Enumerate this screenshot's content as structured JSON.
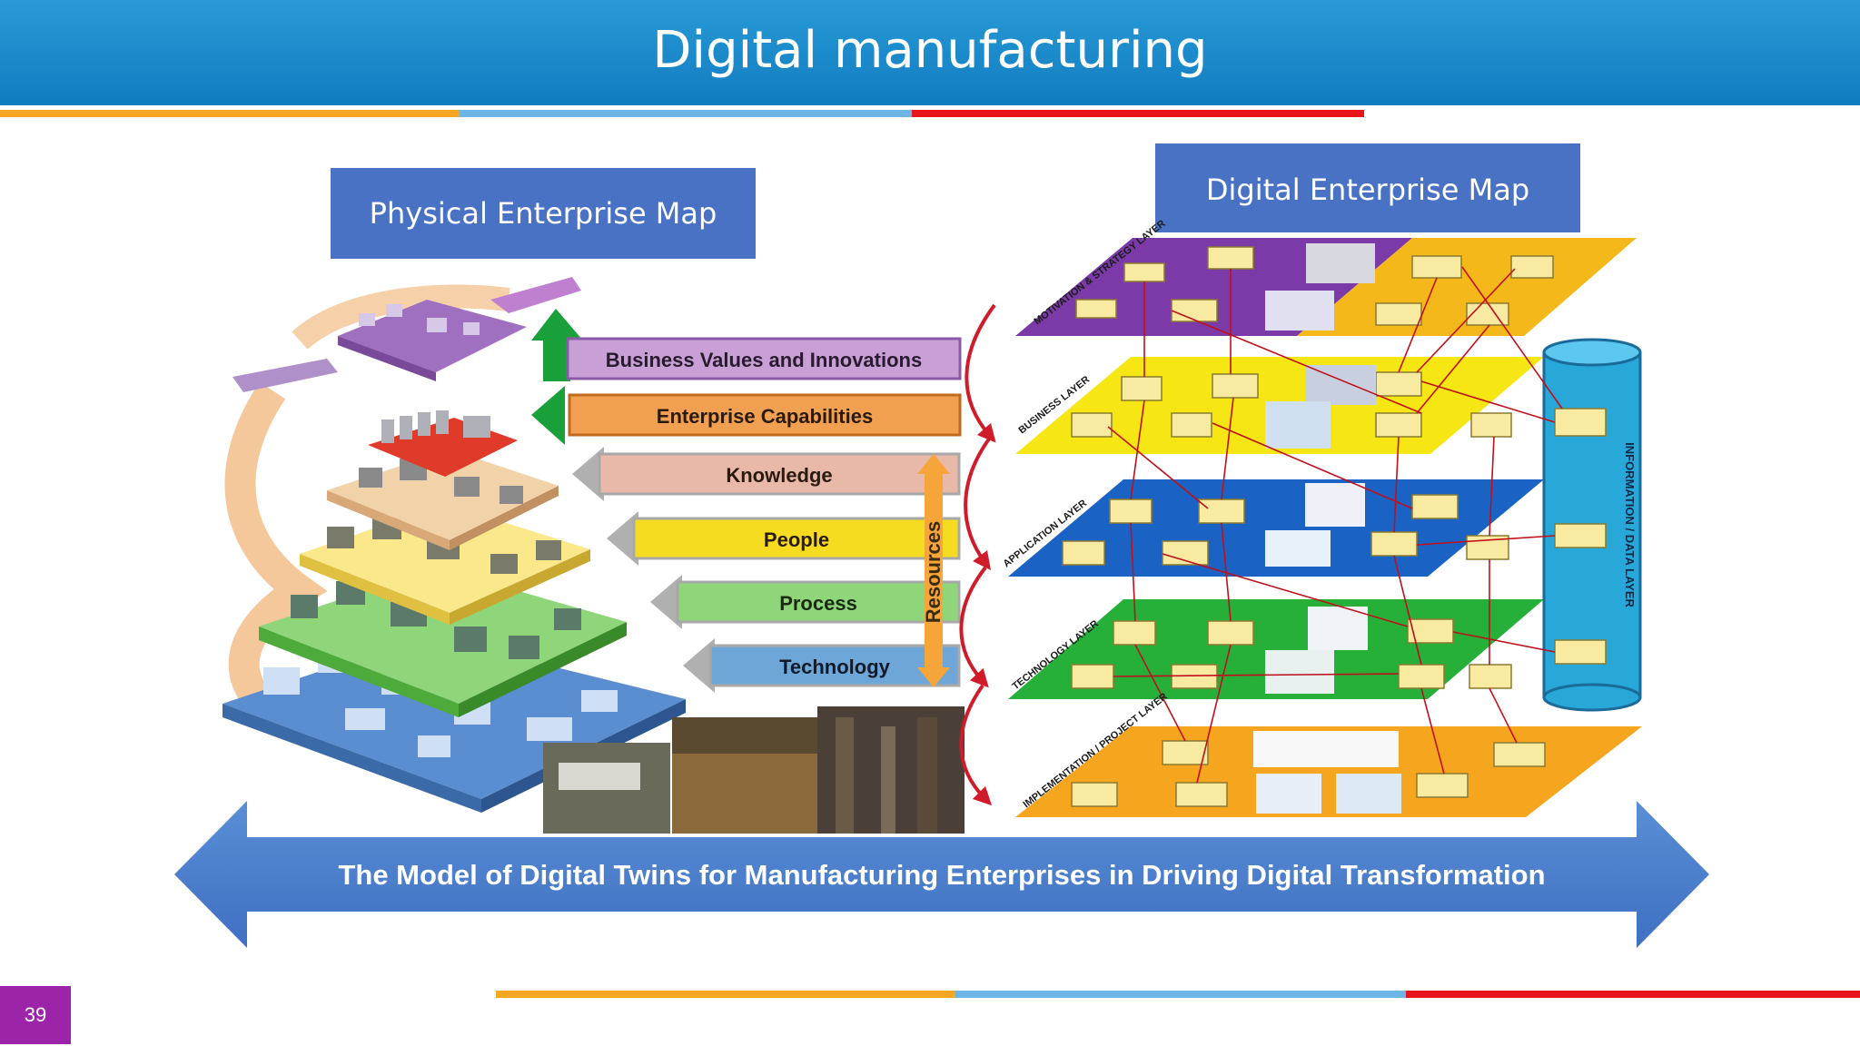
{
  "header": {
    "title": "Digital manufacturing",
    "colors": {
      "bar": "#1a8ccc",
      "orange": "#f5a623",
      "lightblue": "#6cb5e4",
      "red": "#e8141c"
    }
  },
  "page_number": "39",
  "diagram": {
    "physical_map_title": "Physical Enterprise Map",
    "digital_map_title": "Digital Enterprise Map",
    "arrows": [
      {
        "label": "Business Values and Innovations",
        "color": "#c9a0d6"
      },
      {
        "label": "Enterprise Capabilities",
        "color": "#f0a050"
      },
      {
        "label": "Knowledge",
        "color": "#e8b8a8"
      },
      {
        "label": "People",
        "color": "#f5dc20"
      },
      {
        "label": "Process",
        "color": "#8fd67a"
      },
      {
        "label": "Technology",
        "color": "#6fa6d8"
      }
    ],
    "resources_label": "Resources",
    "layers": [
      {
        "label": "MOTIVATION & STRATEGY LAYER",
        "color": "#7b3aa8"
      },
      {
        "label": "BUSINESS LAYER",
        "color": "#f5e614"
      },
      {
        "label": "APPLICATION LAYER",
        "color": "#1a62c4"
      },
      {
        "label": "TECHNOLOGY LAYER",
        "color": "#26b03a"
      },
      {
        "label": "IMPLEMENTATION / PROJECT LAYER",
        "color": "#f5a51e"
      }
    ],
    "data_layer_label": "INFORMATION / DATA LAYER",
    "bottom_banner": "The Model of Digital Twins for Manufacturing Enterprises in Driving Digital Transformation"
  }
}
